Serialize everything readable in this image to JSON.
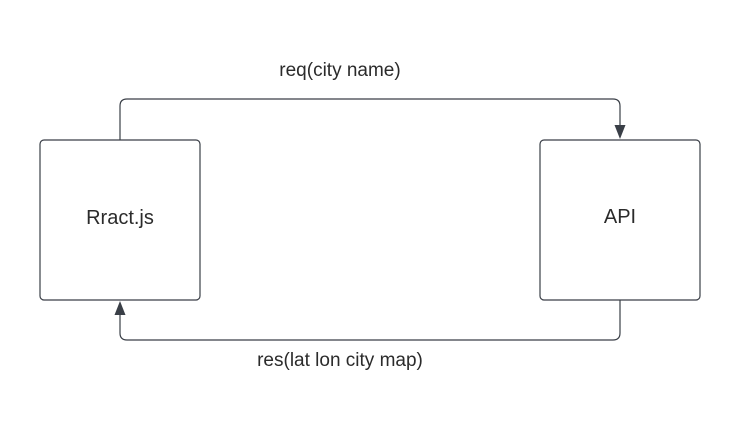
{
  "diagram": {
    "nodes": {
      "client": {
        "label": "Rract.js"
      },
      "api": {
        "label": "API"
      }
    },
    "edges": {
      "request": {
        "label": "req(city name)",
        "from": "client",
        "to": "api"
      },
      "response": {
        "label": "res(lat lon city map)",
        "from": "api",
        "to": "client"
      }
    }
  },
  "colors": {
    "stroke": "#3a3f47",
    "text": "#2b2b2b",
    "background": "#ffffff"
  }
}
